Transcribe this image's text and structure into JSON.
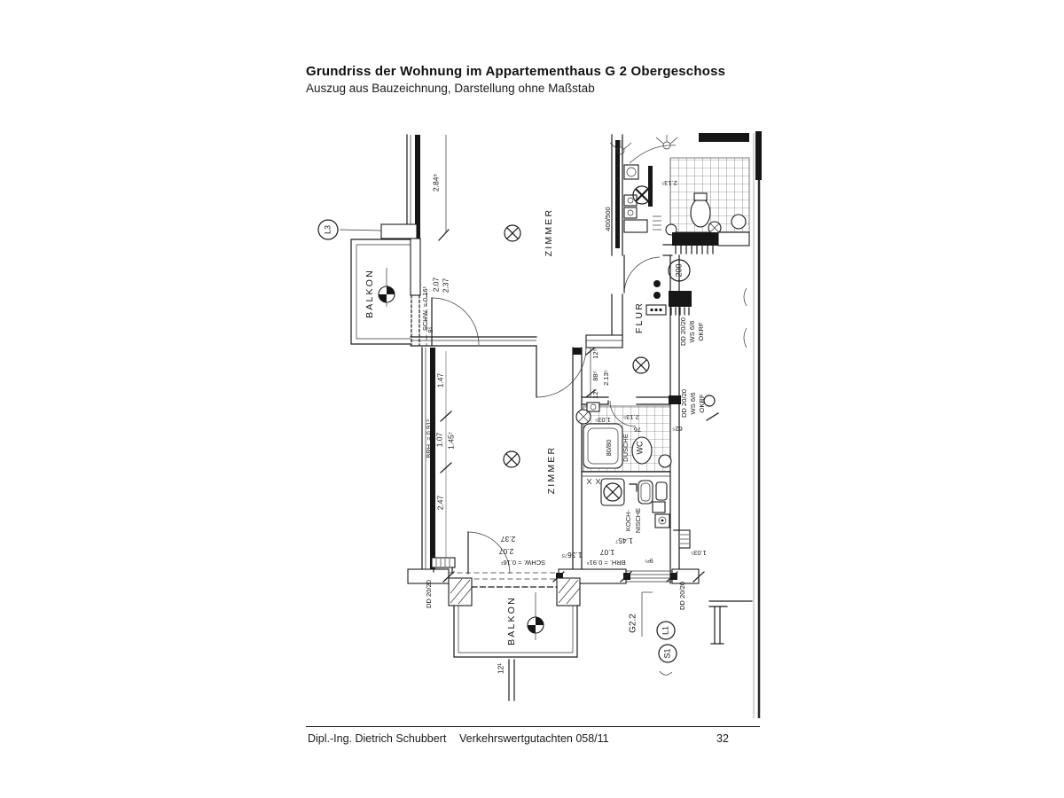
{
  "page": {
    "title": "Grundriss der Wohnung im Appartementhaus G 2 Obergeschoss",
    "subtitle": "Auszug aus Bauzeichnung, Darstellung ohne Maßstab",
    "footer": {
      "author": "Dipl.-Ing. Dietrich Schubbert",
      "document": "Verkehrswertgutachten 058/11",
      "page_number": "32"
    }
  },
  "plan": {
    "rooms": {
      "zimmer_upper": "ZIMMER",
      "zimmer_lower": "ZIMMER",
      "balkon_upper": "BALKON",
      "balkon_lower": "BALKON",
      "flur": "FLUR",
      "dusche": "DUSCHE",
      "wc": "WC",
      "koch_line1": "KOCH-",
      "koch_line2": "NISCHE",
      "kochnische_top": "KOCHNISCHE"
    },
    "refs": {
      "l3": "L3",
      "c200": "200",
      "l1": "L1",
      "s1": "S1",
      "g22": "G2.2"
    },
    "dims": {
      "d2845": "2.84⁵",
      "schw_up": "SCHW. = 0.16¹",
      "d207_up": "2.07",
      "d237_up": "2.37",
      "d95_up": "9⁵",
      "d147": "1.47",
      "brh_left": "BRH. = 0.91³",
      "d107_left": "1.07",
      "d1457_left": "1.45⁷",
      "d247": "2.47",
      "d125_a": "12⁵",
      "d885": "88⁵",
      "d2135_door": "2.13⁵",
      "d125_b": "12⁵",
      "d237_bot": "2.37",
      "d207_bot": "2.07",
      "schw_bot": "SCHW. = 0.16¹",
      "d13675": "1.36⁷⁵",
      "d1457_bot": "1.45⁷",
      "d107_bot": "1.07",
      "brh_bot": "BRH. = 0.91³",
      "d925": "9²⁵",
      "d1035_bot": "1.03⁵",
      "d625": "62⁵",
      "d8080": "80/80",
      "d76": "76",
      "d1035_bath": "1.03⁵",
      "d2135_bath": "2.13⁵",
      "d2135_top": "2.13⁵",
      "d400500": "400/500",
      "d121": "12¹"
    },
    "notes": {
      "dd2020_a": "DD 20/20",
      "ws66_a": "WS 6/6",
      "okrf_a": "OKRF",
      "dd2020_b": "DD 20/20",
      "ws66_b": "WS 6/6",
      "okrf_b": "OKRF",
      "dd2020_left": "DD 20/20",
      "dd2020_right": "DD 20/20"
    }
  }
}
